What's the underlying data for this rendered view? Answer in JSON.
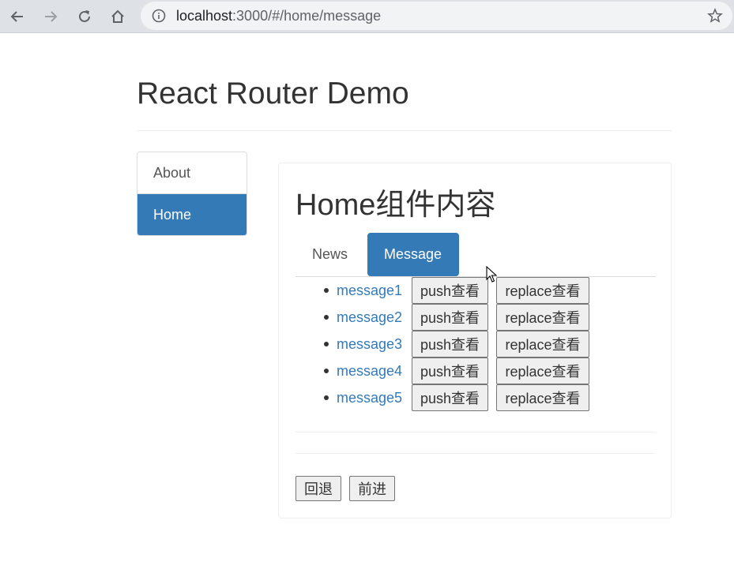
{
  "browser": {
    "url_host": "localhost",
    "url_path": ":3000/#/home/message"
  },
  "page": {
    "title": "React Router Demo"
  },
  "sidebar": {
    "items": [
      {
        "label": "About"
      },
      {
        "label": "Home"
      }
    ]
  },
  "home": {
    "title": "Home组件内容",
    "tabs": [
      {
        "label": "News"
      },
      {
        "label": "Message"
      }
    ],
    "messages": [
      {
        "title": "message1",
        "push_label": "push查看",
        "replace_label": "replace查看"
      },
      {
        "title": "message2",
        "push_label": "push查看",
        "replace_label": "replace查看"
      },
      {
        "title": "message3",
        "push_label": "push查看",
        "replace_label": "replace查看"
      },
      {
        "title": "message4",
        "push_label": "push查看",
        "replace_label": "replace查看"
      },
      {
        "title": "message5",
        "push_label": "push查看",
        "replace_label": "replace查看"
      }
    ],
    "back_label": "回退",
    "forward_label": "前进"
  },
  "colors": {
    "accent": "#337ab7",
    "text": "#333333",
    "border": "#dddddd"
  },
  "icons": [
    "back-arrow-icon",
    "forward-arrow-icon",
    "reload-icon",
    "home-icon",
    "info-icon",
    "bookmark-star-icon",
    "mouse-cursor-icon"
  ]
}
